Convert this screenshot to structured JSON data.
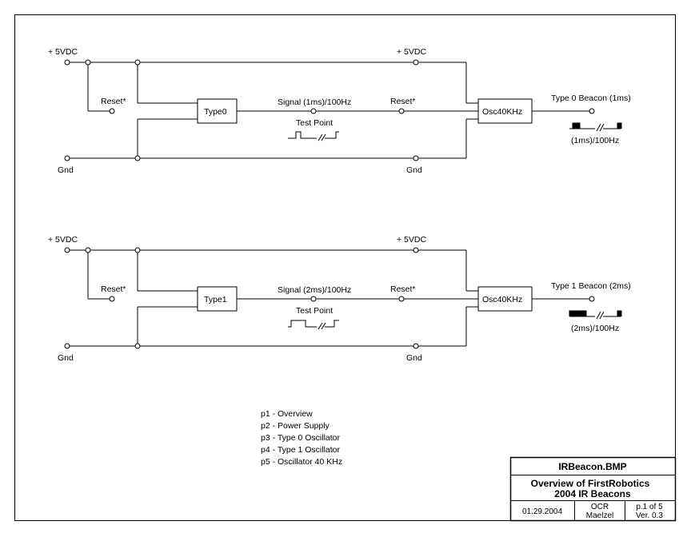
{
  "circuits": [
    {
      "supply_left": "+ 5VDC",
      "supply_right": "+ 5VDC",
      "reset_left": "Reset*",
      "reset_right": "Reset*",
      "chip": "Type0",
      "signal": "Signal (1ms)/100Hz",
      "test_point": "Test Point",
      "osc": "Osc40KHz",
      "beacon": "Type 0 Beacon (1ms)",
      "beacon_rate": "(1ms)/100Hz",
      "gnd_left": "Gnd",
      "gnd_right": "Gnd"
    },
    {
      "supply_left": "+ 5VDC",
      "supply_right": "+ 5VDC",
      "reset_left": "Reset*",
      "reset_right": "Reset*",
      "chip": "Type1",
      "signal": "Signal (2ms)/100Hz",
      "test_point": "Test Point",
      "osc": "Osc40KHz",
      "beacon": "Type 1 Beacon (2ms)",
      "beacon_rate": "(2ms)/100Hz",
      "gnd_left": "Gnd",
      "gnd_right": "Gnd"
    }
  ],
  "page_list": [
    "p1 - Overview",
    "p2 - Power Supply",
    "p3 - Type 0 Oscillator",
    "p4 - Type 1 Oscillator",
    "p5 - Oscillator 40 KHz"
  ],
  "title_block": {
    "file": "IRBeacon.BMP",
    "title_line1": "Overview of FirstRobotics",
    "title_line2": "2004 IR Beacons",
    "date": "01.29.2004",
    "author_line1": "OCR",
    "author_line2": "Maelzel",
    "page": "p.1 of 5",
    "version": "Ver. 0.3"
  }
}
